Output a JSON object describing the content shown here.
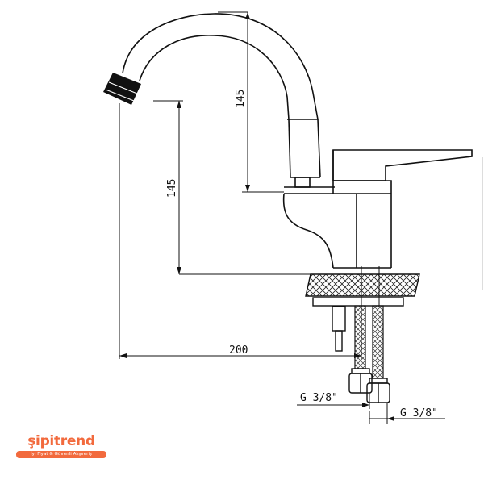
{
  "dimensions": {
    "spout_height": "145",
    "outlet_height": "145",
    "reach": "200",
    "connection_left": "G 3/8\"",
    "connection_right": "G 3/8\""
  },
  "brand": {
    "name": "şipitrend",
    "tagline": "İyi Fiyat & Güvenli Alışveriş",
    "color": "#f26a3d"
  }
}
